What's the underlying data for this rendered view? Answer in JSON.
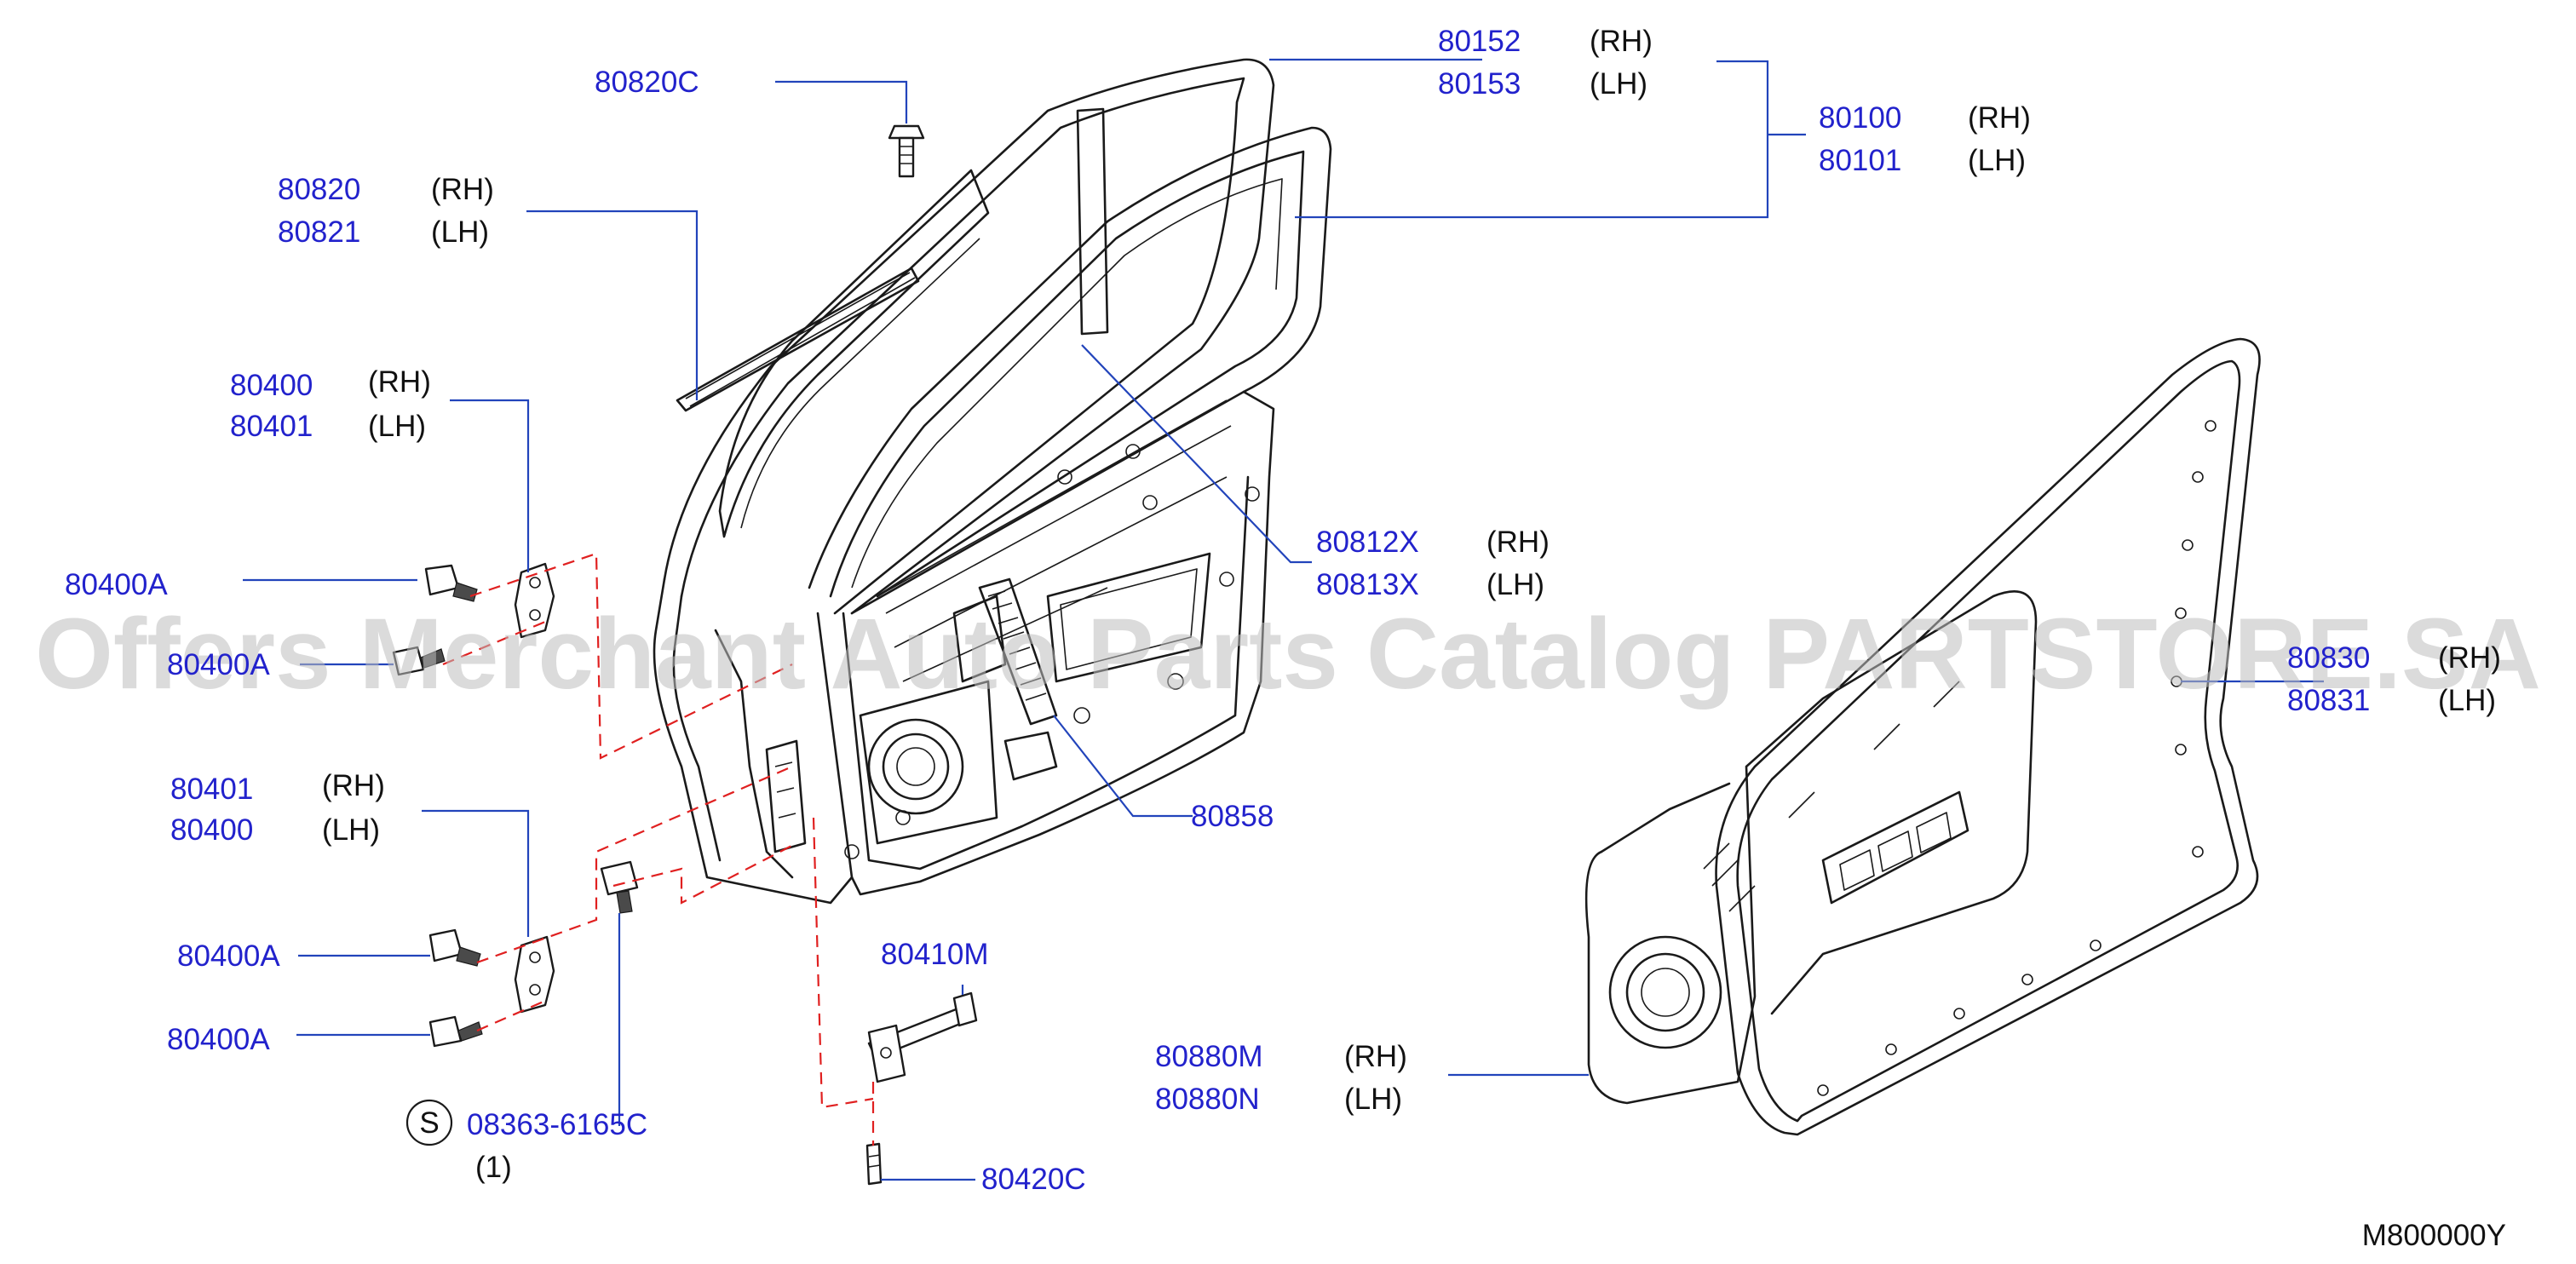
{
  "callouts": {
    "p80820C": "80820C",
    "p80152": "80152",
    "p80153": "80153",
    "p80100": "80100",
    "p80101": "80101",
    "p80820": "80820",
    "p80821": "80821",
    "p80400_a": "80400",
    "p80401_a": "80401",
    "p80400A_1": "80400A",
    "p80400A_2": "80400A",
    "p80812X": "80812X",
    "p80813X": "80813X",
    "p80830": "80830",
    "p80831": "80831",
    "p80401_b": "80401",
    "p80400_b": "80400",
    "p80858": "80858",
    "p80400A_3": "80400A",
    "p80400A_4": "80400A",
    "p80410M": "80410M",
    "p80880M": "80880M",
    "p80880N": "80880N",
    "p08363": "08363-6165C",
    "p80420C": "80420C"
  },
  "sides": {
    "rh": "(RH)",
    "lh": "(LH)"
  },
  "standard_symbol": "S",
  "quantity": "(1)",
  "diagram_code": "M800000Y",
  "watermark": "Offers Merchant Auto Parts Catalog PARTSTORE.SA"
}
